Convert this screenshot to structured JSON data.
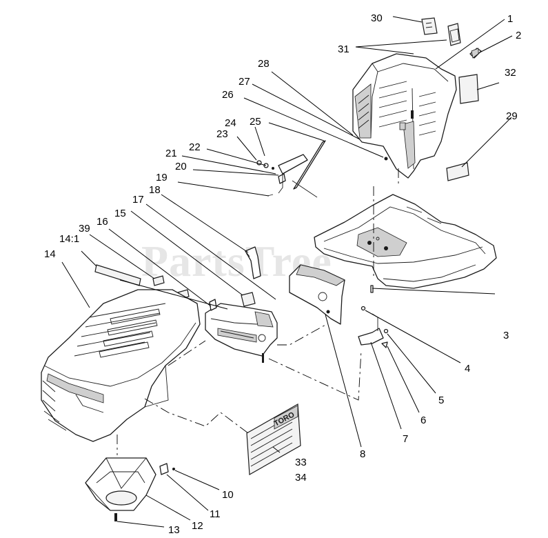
{
  "watermark": {
    "text": "PartsTree",
    "trademark": "™"
  },
  "decal_logo_text": "TORO",
  "callouts": {
    "c1": "1",
    "c2": "2",
    "c3": "3",
    "c4": "4",
    "c5": "5",
    "c6": "6",
    "c7": "7",
    "c8": "8",
    "c10": "10",
    "c11": "11",
    "c12": "12",
    "c13": "13",
    "c14": "14",
    "c14_1": "14:1",
    "c15": "15",
    "c16": "16",
    "c17": "17",
    "c18": "18",
    "c19": "19",
    "c20": "20",
    "c21": "21",
    "c22": "22",
    "c23": "23",
    "c24": "24",
    "c25": "25",
    "c26": "26",
    "c27": "27",
    "c28": "28",
    "c29": "29",
    "c30": "30",
    "c31": "31",
    "c32": "32",
    "c33": "33",
    "c34": "34",
    "c39": "39"
  }
}
